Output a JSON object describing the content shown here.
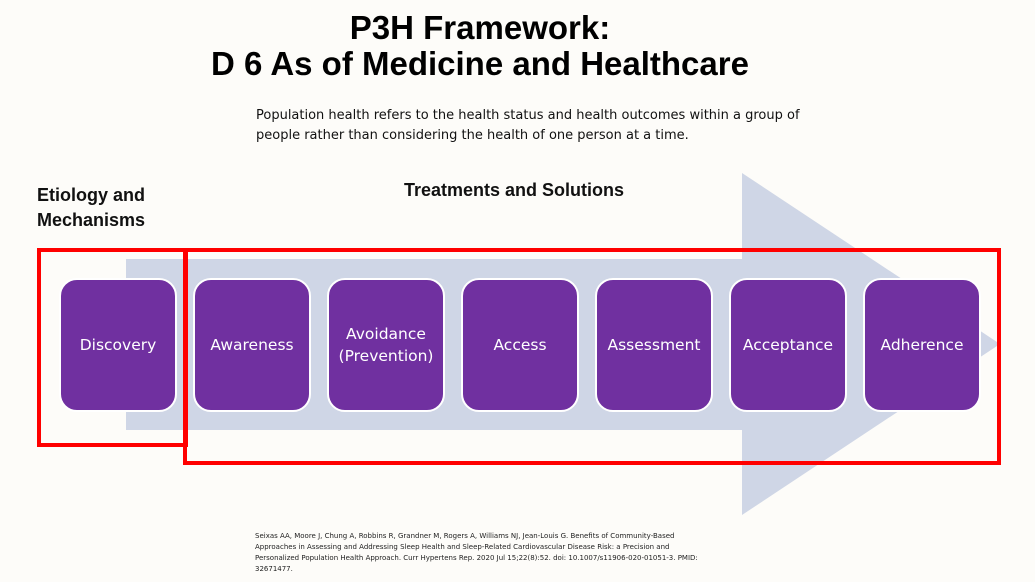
{
  "title_line1": "P3H Framework:",
  "title_line2": "D 6 As of Medicine and Healthcare",
  "description": "Population health refers to the health status and health outcomes within a group of people rather than considering the health of one person at a time.",
  "etiology_label": "Etiology and\nMechanisms",
  "treatments_label": "Treatments and Solutions",
  "steps": [
    "Discovery",
    "Awareness",
    "Avoidance\n(Prevention)",
    "Access",
    "Assessment",
    "Acceptance",
    "Adherence"
  ],
  "citation": "Seixas AA, Moore J, Chung A, Robbins R, Grandner  M, Rogers A, Williams NJ, Jean-Louis G. Benefits of Community-Based Approaches in Assessing and Addressing Sleep Health and Sleep-Related Cardiovascular Disease Risk: a Precision and Personalized Population  Health Approach. Curr Hypertens Rep. 2020 Jul 15;22(8):52. doi: 10.1007/s11906-020-01051-3. PMID: 32671477.",
  "colors": {
    "box": "#7030a0",
    "arrow": "#cfd6e6",
    "highlight": "#ff0000"
  }
}
